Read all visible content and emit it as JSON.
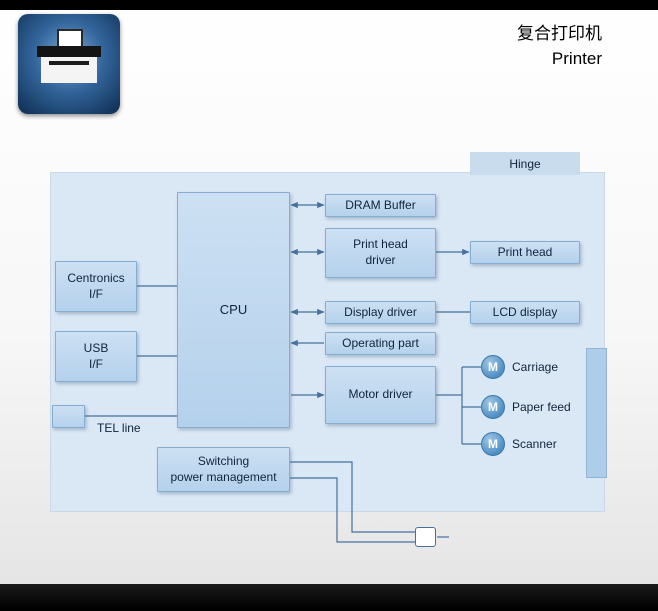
{
  "header": {
    "title_zh": "复合打印机",
    "title_en": "Printer"
  },
  "diagram": {
    "hinge_label": "Hinge",
    "blocks": {
      "cpu": "CPU",
      "centronics": "Centronics\nI/F",
      "usb": "USB\nI/F",
      "tel_line": "TEL line",
      "dram": "DRAM Buffer",
      "print_head_driver": "Print head\ndriver",
      "print_head": "Print head",
      "display_driver": "Display driver",
      "lcd_display": "LCD display",
      "operating_part": "Operating part",
      "motor_driver": "Motor driver",
      "switching": "Switching\npower management"
    },
    "motors": {
      "symbol": "M",
      "items": [
        "Carriage",
        "Paper feed",
        "Scanner"
      ]
    },
    "colors": {
      "panel": "#dae7f5",
      "block_fill": "#bdd7ef",
      "block_border": "#85add2",
      "connector_line": "#46719c",
      "motor_circle": "#4e8fc4",
      "icon_background": "#33669c"
    }
  }
}
